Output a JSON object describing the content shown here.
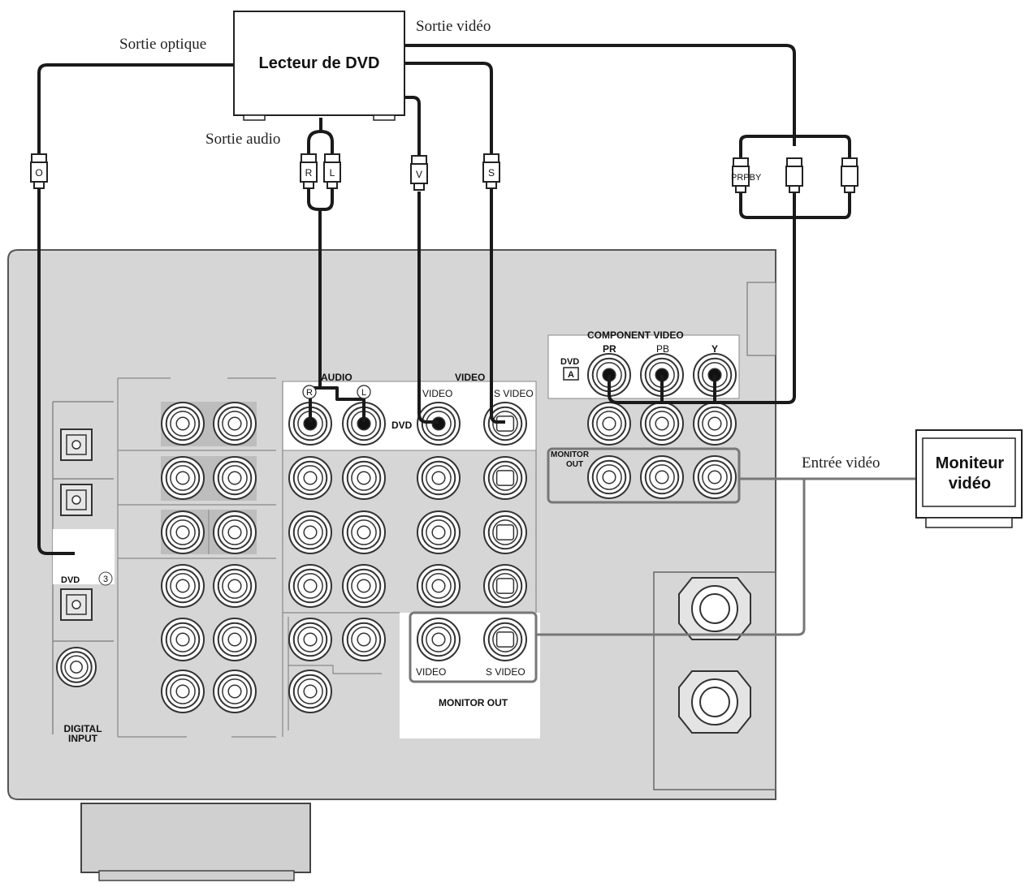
{
  "colors": {
    "panel": "#d6d6d6",
    "panel_stroke": "#555555",
    "cable": "#1a1a1a",
    "grey_cable": "#777777",
    "device_fill": "#ffffff",
    "jack_fill": "#c9c9c9"
  },
  "devices": {
    "dvd_player": "Lecteur de DVD",
    "monitor_line1": "Moniteur",
    "monitor_line2": "vidéo"
  },
  "labels": {
    "optical_out": "Sortie optique",
    "video_out": "Sortie vidéo",
    "audio_out": "Sortie audio",
    "video_in": "Entrée vidéo"
  },
  "plugs": {
    "optical": "O",
    "right": "R",
    "left": "L",
    "video": "V",
    "svideo": "S",
    "component": "PRPBY"
  },
  "receiver": {
    "audio_header": "AUDIO",
    "video_header": "VIDEO",
    "video_jack": "VIDEO",
    "svideo_jack": "S VIDEO",
    "audio_r": "R",
    "audio_l": "L",
    "dvd_row": "DVD",
    "component_header": "COMPONENT VIDEO",
    "comp_pr": "PR",
    "comp_pb": "PB",
    "comp_y": "Y",
    "comp_dvd": "DVD",
    "comp_dvd_badge": "A",
    "monitor_out_small": "MONITOR",
    "monitor_out_small2": "OUT",
    "digital_dvd": "DVD",
    "digital_num": "3",
    "digital_input_1": "DIGITAL",
    "digital_input_2": "INPUT",
    "mon_video": "VIDEO",
    "mon_svideo": "S VIDEO",
    "monitor_out_box": "MONITOR OUT"
  }
}
